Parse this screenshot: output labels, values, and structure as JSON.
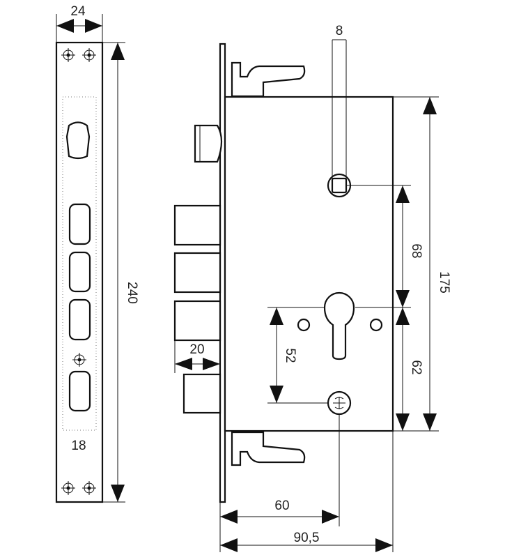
{
  "drawing": {
    "dimensions": {
      "faceplate_width": "24",
      "faceplate_height": "240",
      "faceplate_inset": "18",
      "spindle_square": "8",
      "spindle_to_cylinder": "68",
      "case_height": "175",
      "cylinder_to_handle": "52",
      "cylinder_to_bottom": "62",
      "bolt_throw": "20",
      "backset": "60",
      "case_depth": "90,5"
    }
  }
}
